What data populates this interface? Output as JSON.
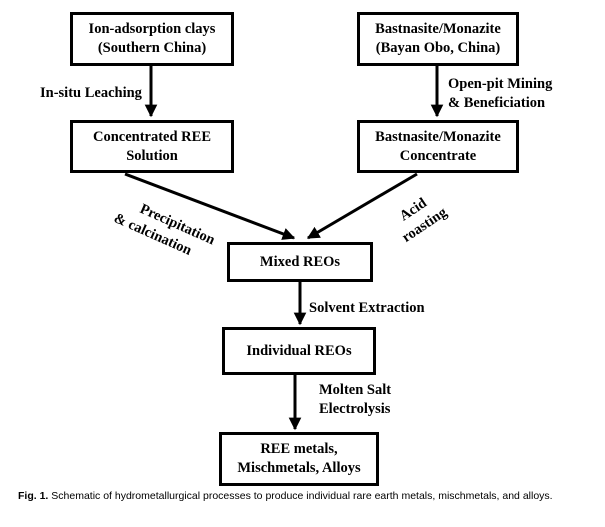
{
  "boxes": {
    "ion_clays": [
      "Ion-adsorption clays",
      "(Southern China)"
    ],
    "bastnasite_ore": [
      "Bastnasite/Monazite",
      "(Bayan Obo, China)"
    ],
    "concentrated_solution": [
      "Concentrated REE",
      "Solution"
    ],
    "bastnasite_concentrate": [
      "Bastnasite/Monazite",
      "Concentrate"
    ],
    "mixed_reos": [
      "Mixed REOs"
    ],
    "individual_reos": [
      "Individual REOs"
    ],
    "ree_metals": [
      "REE metals,",
      "Mischmetals, Alloys"
    ]
  },
  "edges": {
    "in_situ": [
      "In-situ Leaching"
    ],
    "open_pit": [
      "Open-pit Mining",
      "& Beneficiation"
    ],
    "precipitation": [
      "Precipitation",
      "& calcination"
    ],
    "acid": [
      "Acid",
      "roasting"
    ],
    "solvent": [
      "Solvent Extraction"
    ],
    "molten": [
      "Molten Salt",
      "Electrolysis"
    ]
  },
  "caption": {
    "label": "Fig. 1.",
    "text": "Schematic of hydrometallurgical processes to produce individual rare earth metals, mischmetals, and alloys."
  }
}
